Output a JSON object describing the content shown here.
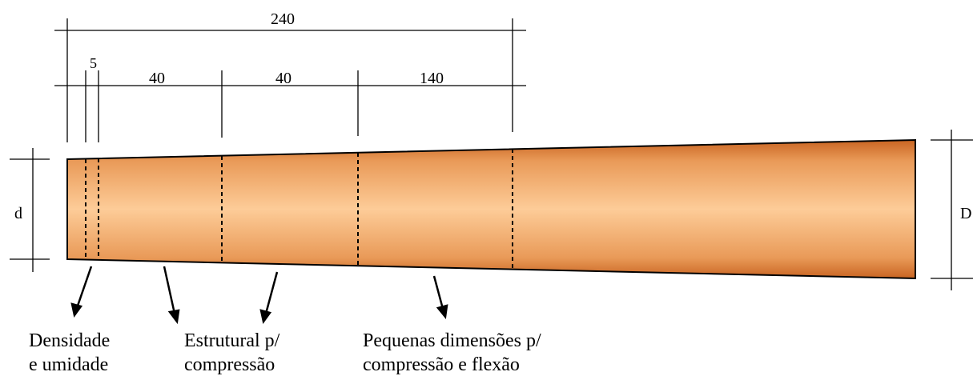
{
  "dimensions": {
    "total": "240",
    "segments": [
      "5",
      "40",
      "40",
      "140"
    ],
    "small_diameter": "d",
    "large_diameter": "D"
  },
  "captions": [
    [
      "Densidade",
      "e umidade"
    ],
    [
      "Estrutural p/",
      "compressão"
    ],
    [
      "Pequenas dimensões p/",
      "compressão e flexão"
    ]
  ],
  "colors": {
    "log_edge": "#c96522",
    "log_center": "#fdcc98",
    "line": "#000000"
  }
}
